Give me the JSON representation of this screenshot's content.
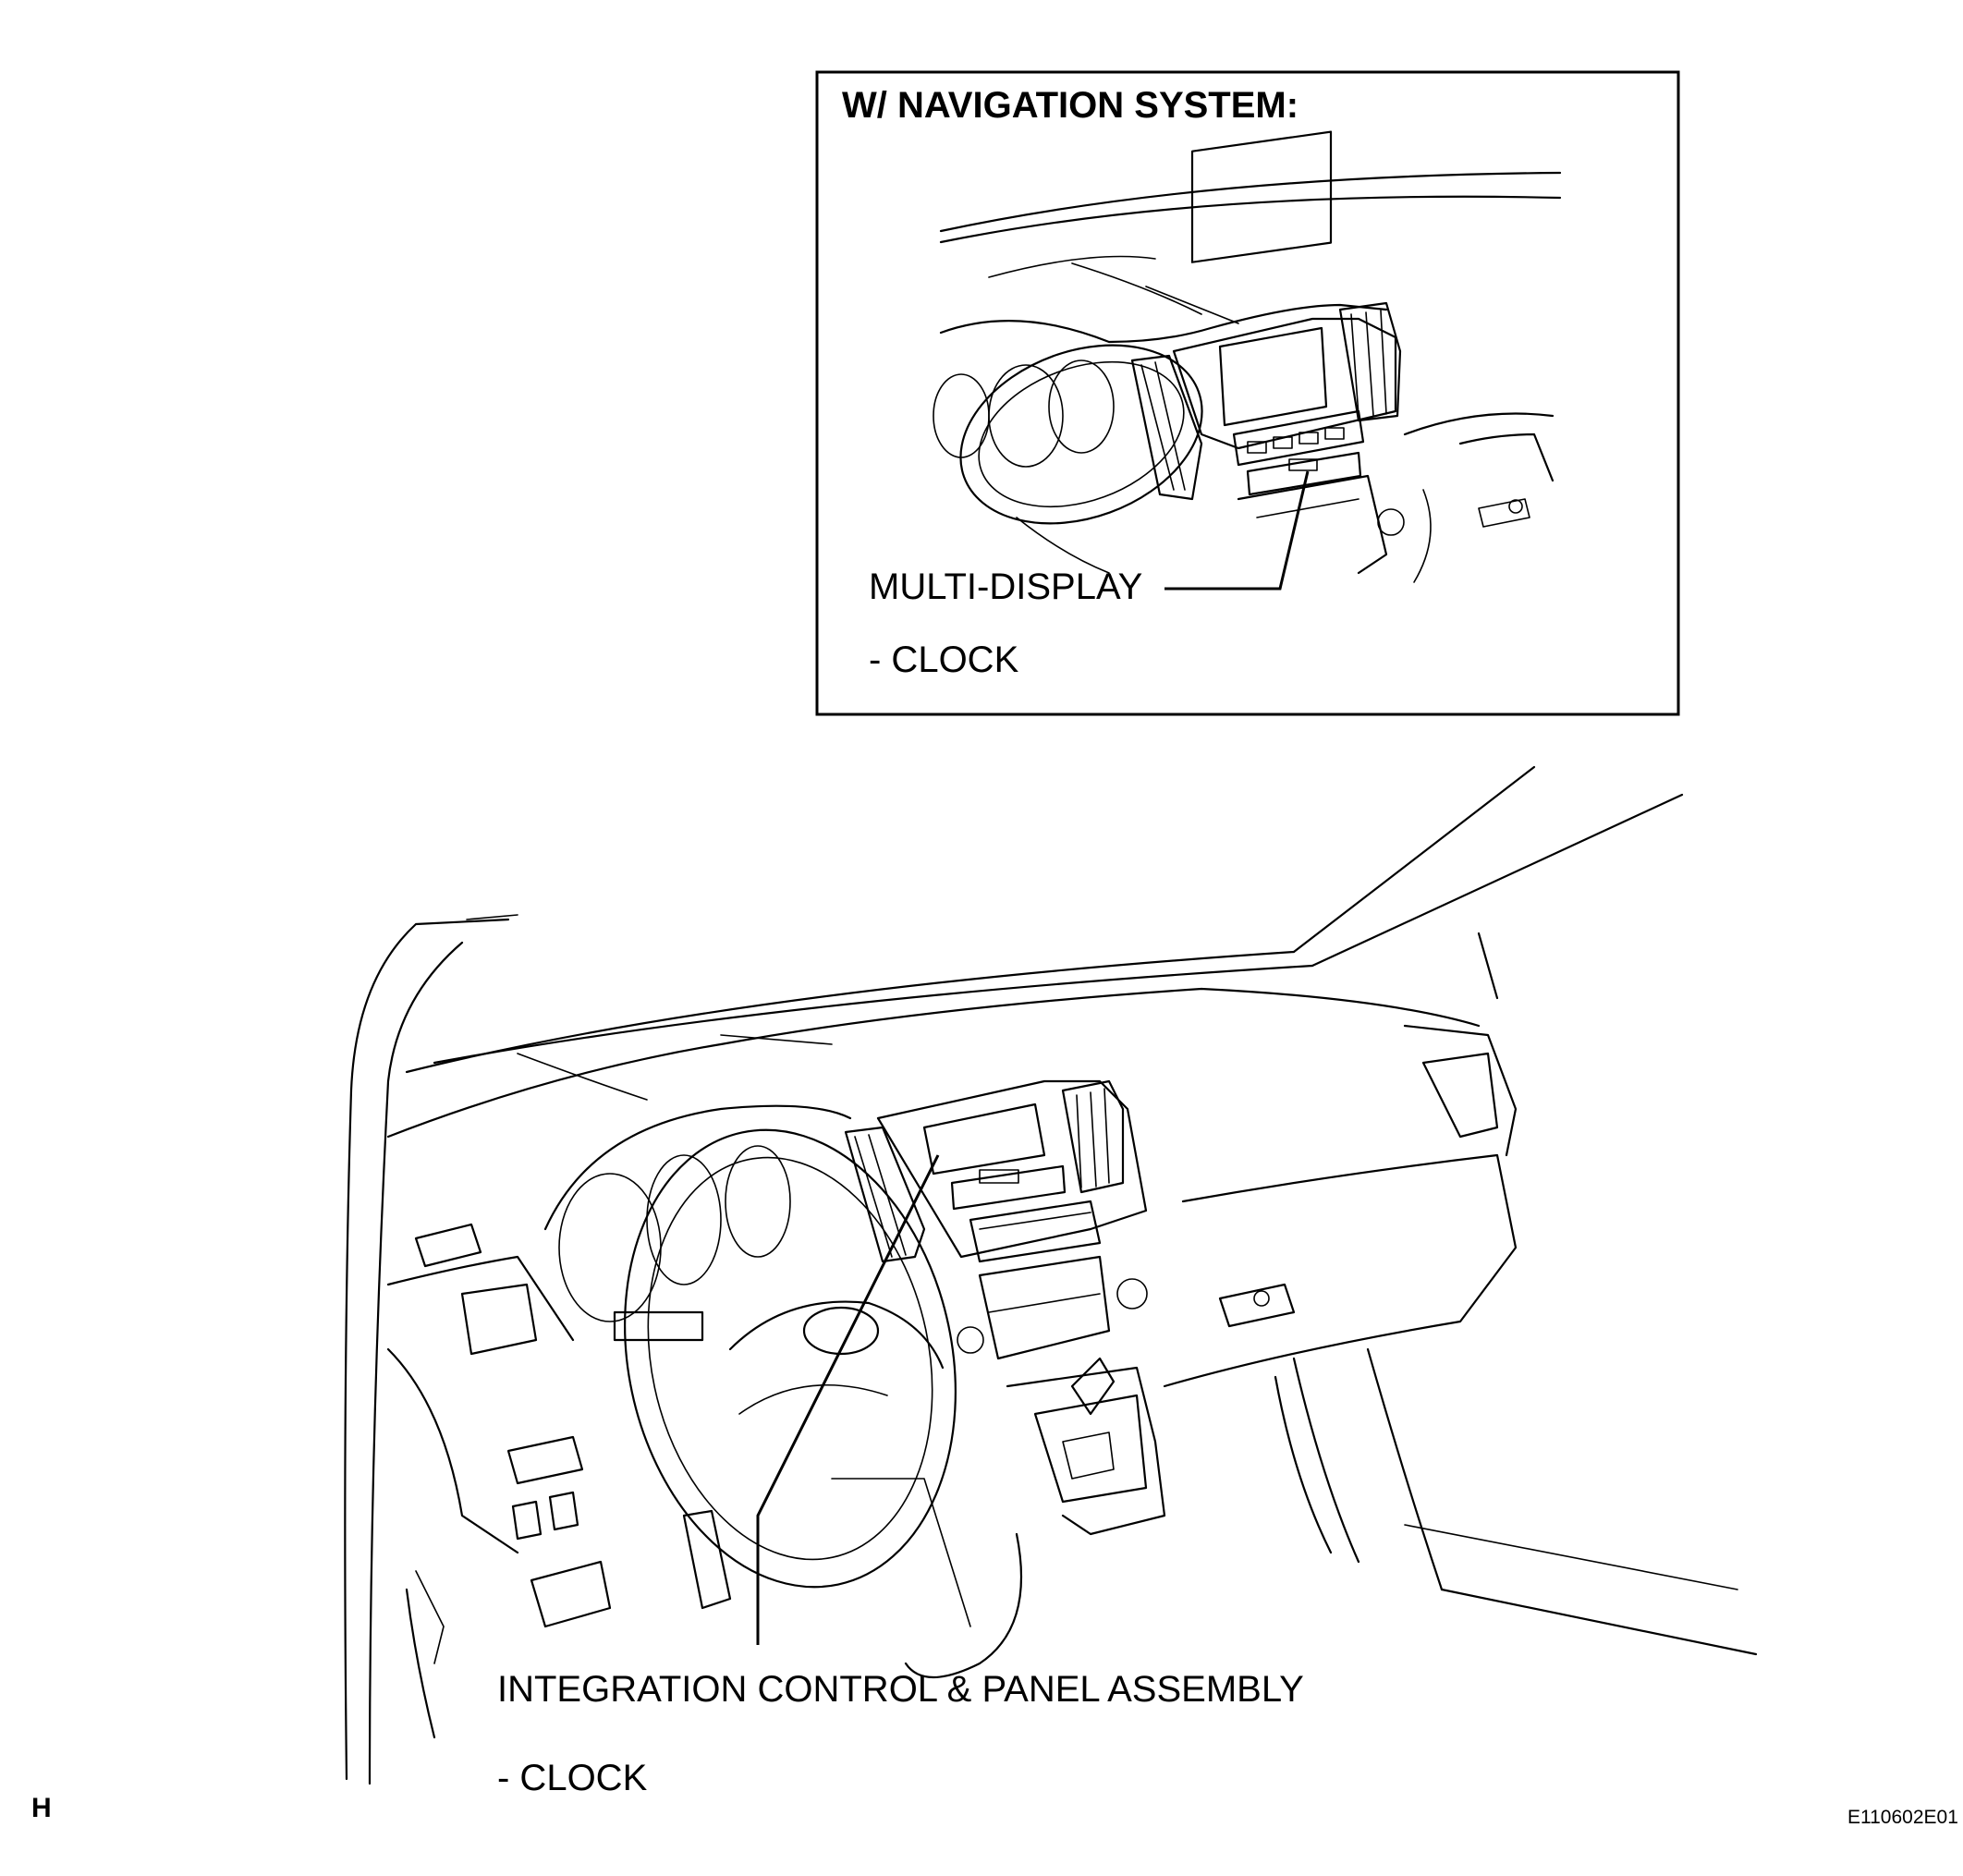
{
  "inset": {
    "title": "W/ NAVIGATION SYSTEM:",
    "callout_name": "MULTI-DISPLAY",
    "callout_item": "- CLOCK"
  },
  "main": {
    "callout_name": "INTEGRATION CONTROL & PANEL ASSEMBLY",
    "callout_item": "- CLOCK"
  },
  "corner_letter": "H",
  "figure_code": "E110602E01"
}
